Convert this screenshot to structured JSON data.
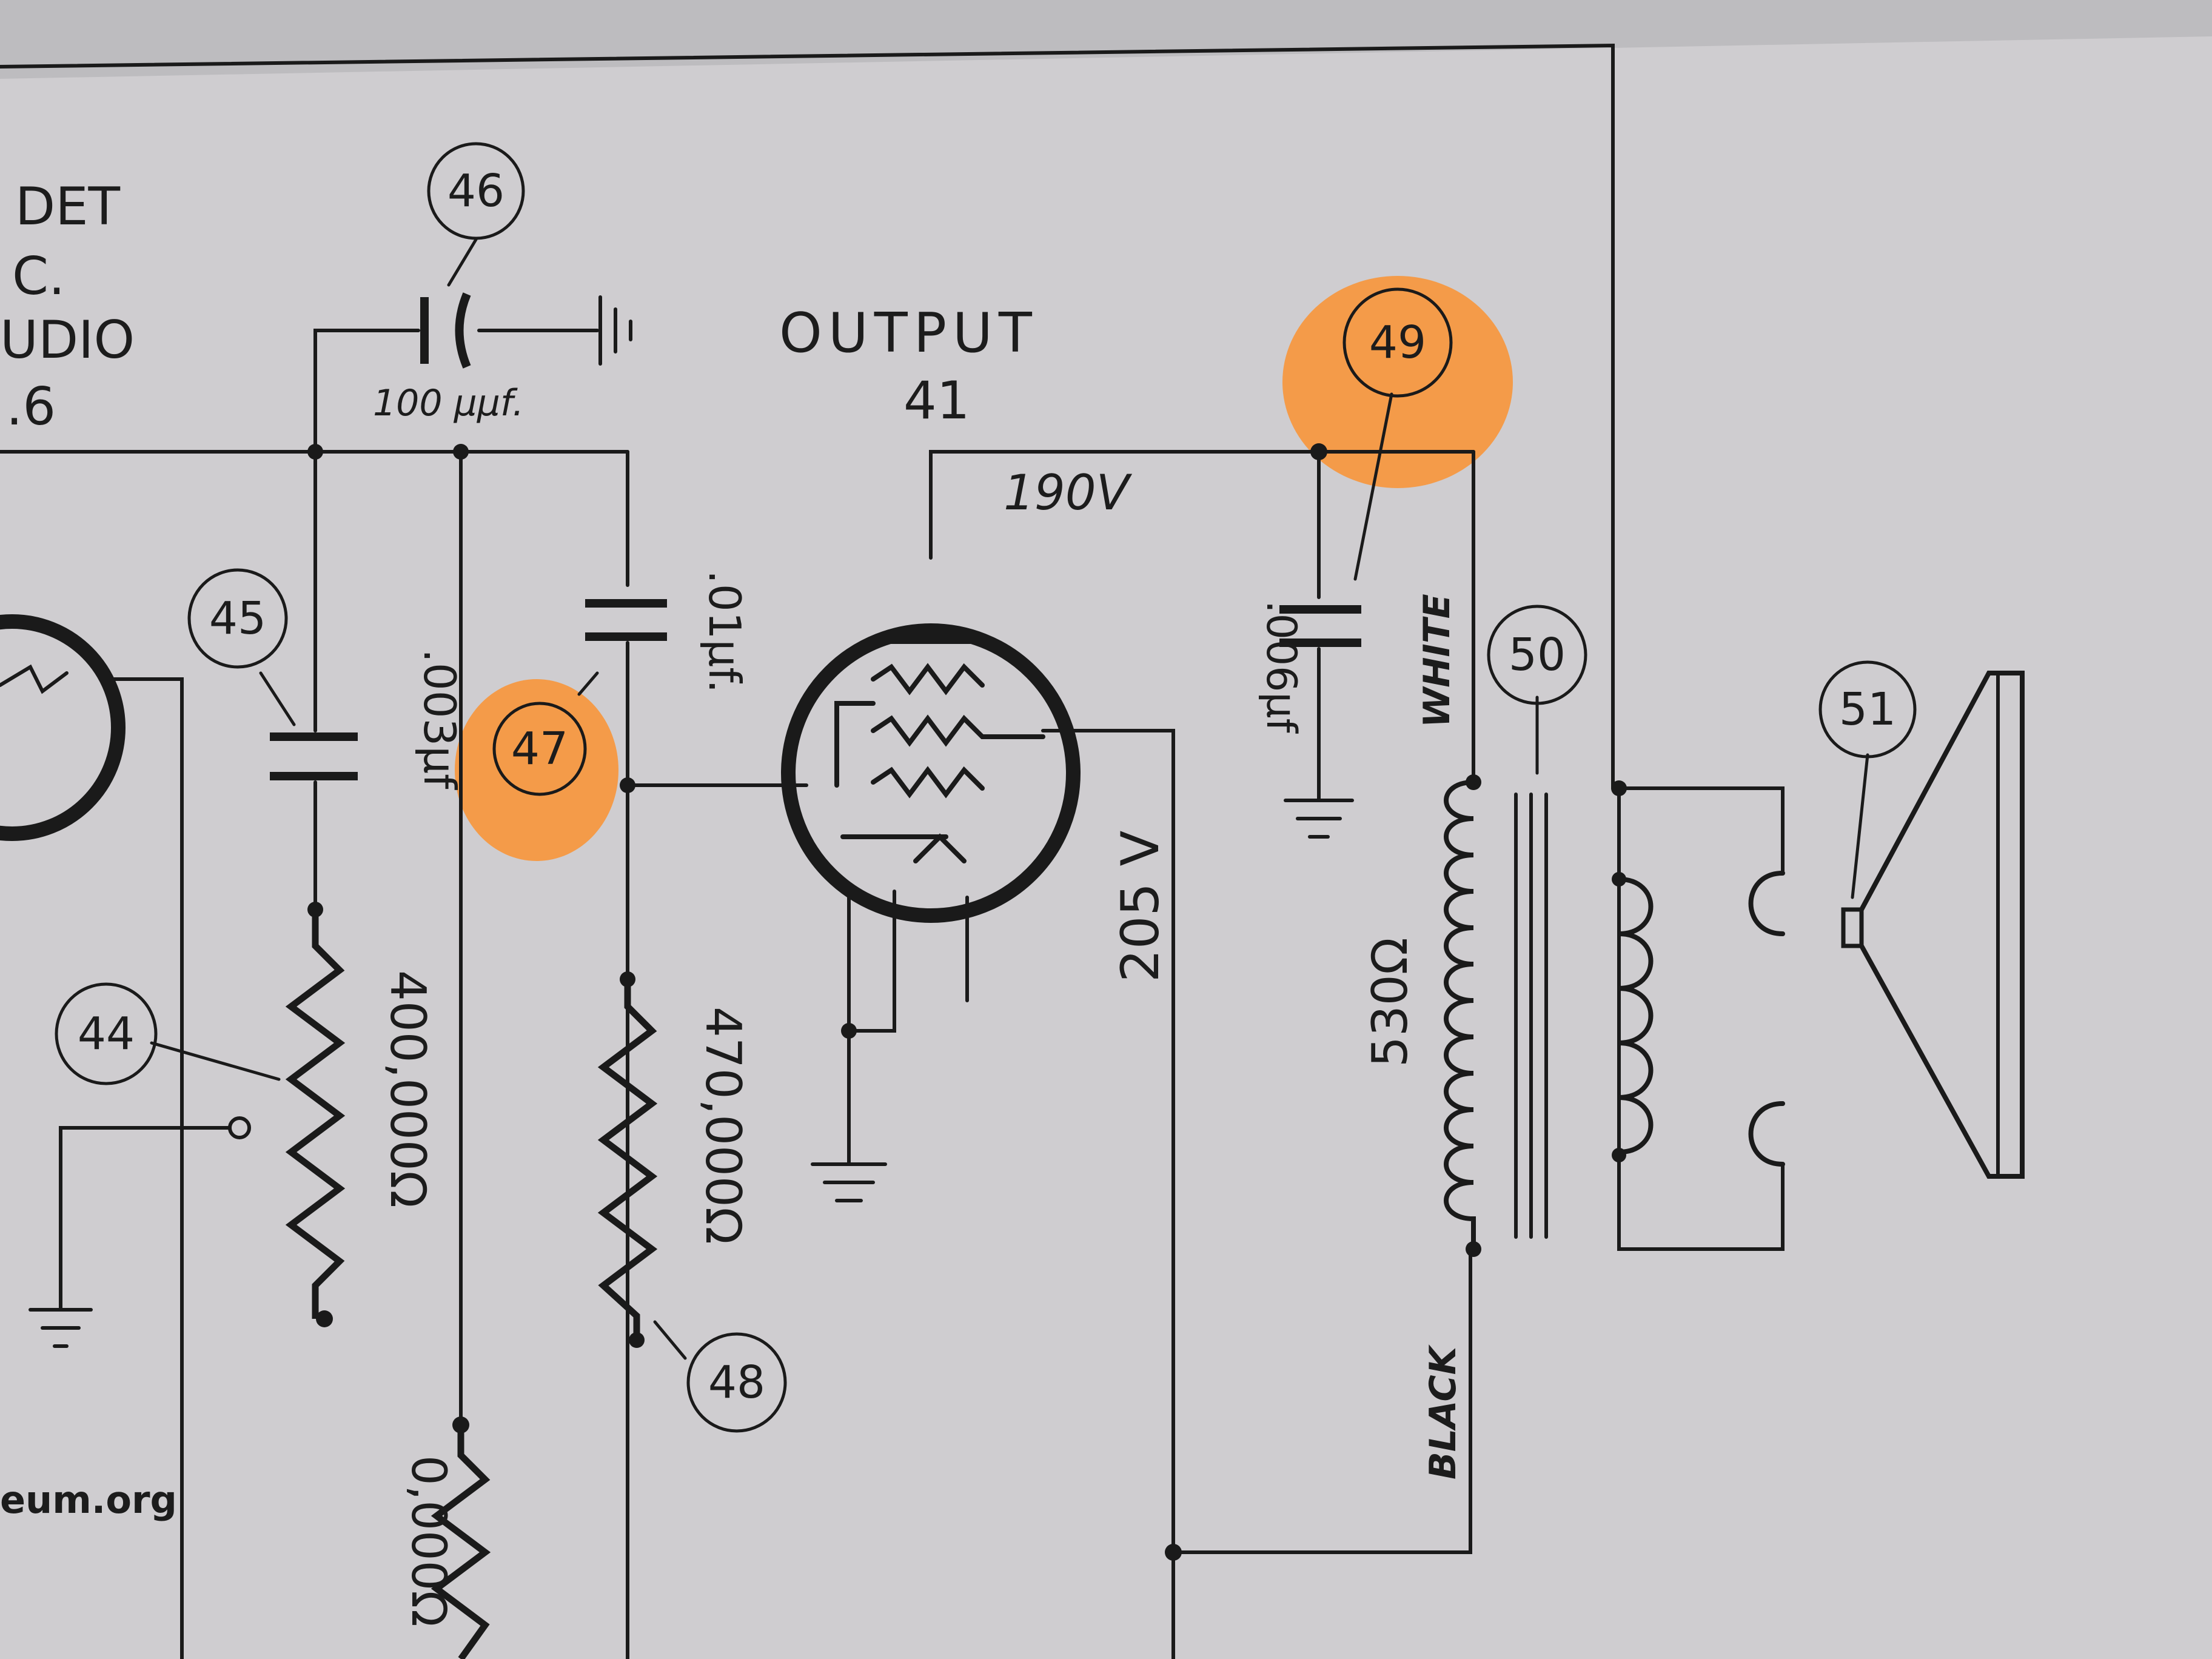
{
  "labels": {
    "det": "DET",
    "c": "C.",
    "udio": "UDIO",
    "six": ".6",
    "output": "OUTPUT",
    "tube": "41",
    "plate_voltage": "190V",
    "screen_voltage": "205 V",
    "c46": "100 µµf.",
    "c45": ".003µf",
    "c47": ".01µf.",
    "c49": ".006µf",
    "r44": "400,000Ω",
    "r48": "470,000Ω",
    "r_bottom": "0,000Ω",
    "primary": "530Ω",
    "white": "WHITE",
    "black": "BLACK",
    "watermark": "eum.org"
  },
  "markers": [
    {
      "id": "m44",
      "text": "44",
      "highlight": false
    },
    {
      "id": "m45",
      "text": "45",
      "highlight": false
    },
    {
      "id": "m46",
      "text": "46",
      "highlight": false
    },
    {
      "id": "m47",
      "text": "47",
      "highlight": true
    },
    {
      "id": "m48",
      "text": "48",
      "highlight": false
    },
    {
      "id": "m49",
      "text": "49",
      "highlight": true
    },
    {
      "id": "m50",
      "text": "50",
      "highlight": false
    },
    {
      "id": "m51",
      "text": "51",
      "highlight": false
    }
  ],
  "colors": {
    "paper": "#cfcdd0",
    "ink": "#1a1a1a",
    "highlight": "#f7963a"
  }
}
